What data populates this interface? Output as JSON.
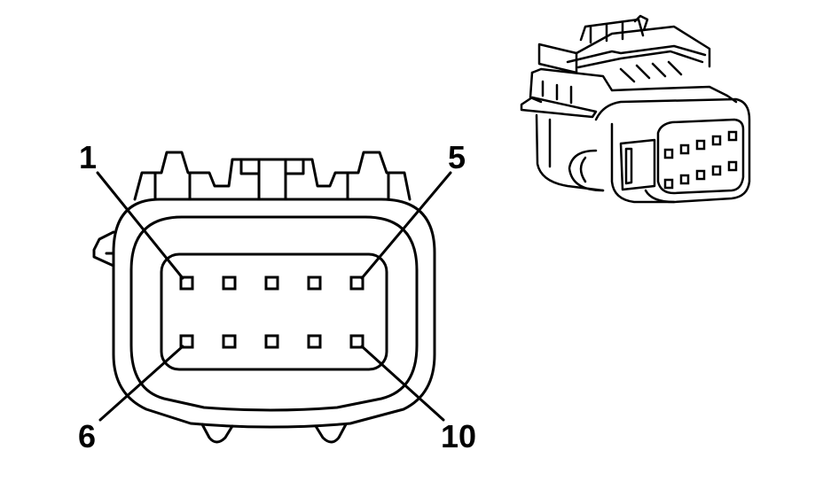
{
  "pin_labels": {
    "pin1": "1",
    "pin5": "5",
    "pin6": "6",
    "pin10": "10"
  },
  "colors": {
    "line": "#000000",
    "background": "#ffffff"
  }
}
